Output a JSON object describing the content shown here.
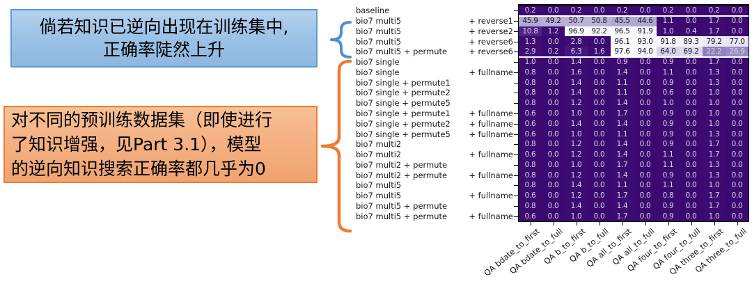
{
  "callout_top": {
    "lines": [
      "倘若知识已逆向出现在训练集中,",
      "正确率陡然上升"
    ],
    "fill": "#9DC3E6",
    "border_color": "#5B9BD5",
    "brace_color": "#4D8FD3"
  },
  "callout_bottom": {
    "lines": [
      "对不同的预训练数据集（即使进行",
      "了知识增强，见Part 3.1），模型",
      "的逆向知识搜索正确率都几乎为0"
    ],
    "fill": "#F4B183",
    "border_color": "#ED7D31",
    "brace_color": "#ED7D31"
  },
  "chart_data": {
    "type": "heatmap",
    "title": "",
    "xlabel": "",
    "ylabel": "",
    "legend": "none",
    "grid": "off",
    "x_tick_labels": [
      "QA bdate_to_first",
      "QA bdate_to_full",
      "QA b_to_first",
      "QA b_to_full",
      "QA all_to_first",
      "QA all_to_full",
      "QA four_to_first",
      "QA four_to_full",
      "QA three_to_first",
      "QA three_to_full"
    ],
    "rows": [
      {
        "label": "baseline",
        "suffix": "",
        "values": [
          0.2,
          0.0,
          0.2,
          0.0,
          0.2,
          0.0,
          0.2,
          0.0,
          0.2,
          0.0
        ]
      },
      {
        "label": "bio7 multi5",
        "suffix": "+ reverse1",
        "values": [
          45.9,
          49.2,
          50.7,
          50.8,
          45.5,
          44.6,
          1.1,
          0.0,
          1.7,
          0.0
        ]
      },
      {
        "label": "bio7 multi5",
        "suffix": "+ reverse2",
        "values": [
          10.8,
          1.2,
          96.9,
          92.2,
          96.5,
          91.9,
          1.0,
          0.4,
          1.7,
          0.0
        ]
      },
      {
        "label": "bio7 multi5",
        "suffix": "+ reverse6",
        "values": [
          1.3,
          0.0,
          2.8,
          0.0,
          96.1,
          93.0,
          91.8,
          89.3,
          79.2,
          77.0
        ]
      },
      {
        "label": "bio7 multi5 + permute",
        "suffix": "+ reverse6",
        "values": [
          2.9,
          0.2,
          6.3,
          1.6,
          97.6,
          94.0,
          64.0,
          69.2,
          22.2,
          26.9
        ]
      },
      {
        "label": "bio7 single",
        "suffix": "",
        "values": [
          1.0,
          0.0,
          1.4,
          0.0,
          0.9,
          0.0,
          0.9,
          0.0,
          1.7,
          0.0
        ]
      },
      {
        "label": "bio7 single",
        "suffix": "+ fullname",
        "values": [
          0.8,
          0.0,
          1.6,
          0.0,
          1.4,
          0.0,
          1.1,
          0.0,
          1.3,
          0.0
        ]
      },
      {
        "label": "bio7 single + permute1",
        "suffix": "",
        "values": [
          0.8,
          0.0,
          1.4,
          0.0,
          1.1,
          0.0,
          0.9,
          0.0,
          1.3,
          0.0
        ]
      },
      {
        "label": "bio7 single + permute2",
        "suffix": "",
        "values": [
          0.8,
          0.0,
          1.4,
          0.0,
          1.1,
          0.0,
          0.6,
          0.0,
          1.0,
          0.0
        ]
      },
      {
        "label": "bio7 single + permute5",
        "suffix": "",
        "values": [
          0.8,
          0.0,
          1.2,
          0.0,
          1.4,
          0.0,
          1.0,
          0.0,
          1.0,
          0.0
        ]
      },
      {
        "label": "bio7 single + permute1",
        "suffix": "+ fullname",
        "values": [
          0.6,
          0.0,
          1.0,
          0.0,
          1.7,
          0.0,
          0.9,
          0.0,
          1.0,
          0.0
        ]
      },
      {
        "label": "bio7 single + permute2",
        "suffix": "+ fullname",
        "values": [
          0.6,
          0.0,
          1.4,
          0.0,
          1.4,
          0.0,
          0.9,
          0.0,
          1.0,
          0.0
        ]
      },
      {
        "label": "bio7 single + permute5",
        "suffix": "+ fullname",
        "values": [
          0.6,
          0.0,
          1.0,
          0.0,
          1.1,
          0.0,
          0.9,
          0.0,
          1.3,
          0.0
        ]
      },
      {
        "label": "bio7 multi2",
        "suffix": "",
        "values": [
          0.8,
          0.0,
          1.2,
          0.0,
          1.4,
          0.0,
          0.9,
          0.0,
          1.7,
          0.0
        ]
      },
      {
        "label": "bio7 multi2",
        "suffix": "+ fullname",
        "values": [
          0.6,
          0.0,
          1.2,
          0.0,
          1.4,
          0.0,
          1.1,
          0.0,
          1.7,
          0.0
        ]
      },
      {
        "label": "bio7 multi2 + permute",
        "suffix": "",
        "values": [
          0.8,
          0.0,
          1.0,
          0.0,
          1.7,
          0.0,
          1.1,
          0.0,
          1.3,
          0.0
        ]
      },
      {
        "label": "bio7 multi2 + permute",
        "suffix": "+ fullname",
        "values": [
          0.8,
          0.0,
          1.2,
          0.0,
          1.4,
          0.0,
          0.9,
          0.0,
          1.3,
          0.0
        ]
      },
      {
        "label": "bio7 multi5",
        "suffix": "",
        "values": [
          0.8,
          0.0,
          1.4,
          0.0,
          1.1,
          0.0,
          1.1,
          0.0,
          1.0,
          0.0
        ]
      },
      {
        "label": "bio7 multi5",
        "suffix": "+ fullname",
        "values": [
          0.6,
          0.0,
          1.2,
          0.0,
          1.7,
          0.0,
          0.8,
          0.0,
          1.7,
          0.0
        ]
      },
      {
        "label": "bio7 multi5 + permute",
        "suffix": "",
        "values": [
          0.8,
          0.0,
          1.4,
          0.0,
          1.4,
          0.0,
          0.9,
          0.0,
          1.7,
          0.0
        ]
      },
      {
        "label": "bio7 multi5 + permute",
        "suffix": "+ fullname",
        "values": [
          0.6,
          0.0,
          1.0,
          0.0,
          1.7,
          0.0,
          0.9,
          0.0,
          1.0,
          0.0
        ]
      }
    ],
    "vmin": 0,
    "vmax": 100,
    "colormap": "Purples_r",
    "color_stops": [
      [
        0,
        "#3B0A71"
      ],
      [
        3,
        "#3E0E74"
      ],
      [
        7,
        "#46187E"
      ],
      [
        11,
        "#4F2389"
      ],
      [
        22,
        "#8E81BE"
      ],
      [
        27,
        "#988CC5"
      ],
      [
        46,
        "#B2A9D2"
      ],
      [
        51,
        "#BBB3D7"
      ],
      [
        64,
        "#D6D3E9"
      ],
      [
        69,
        "#DDDAEE"
      ],
      [
        78,
        "#EAE8F4"
      ],
      [
        90,
        "#F6F5FA"
      ],
      [
        100,
        "#FCFBFD"
      ]
    ],
    "cell_text_light": "#D8D1E8",
    "cell_text_dark": "#14142A",
    "cell_text_dark_threshold": 35,
    "white_separator_after_row_index": [
      0,
      4
    ],
    "separator_color": "#FFFFFF",
    "axis_color": "#000000"
  }
}
